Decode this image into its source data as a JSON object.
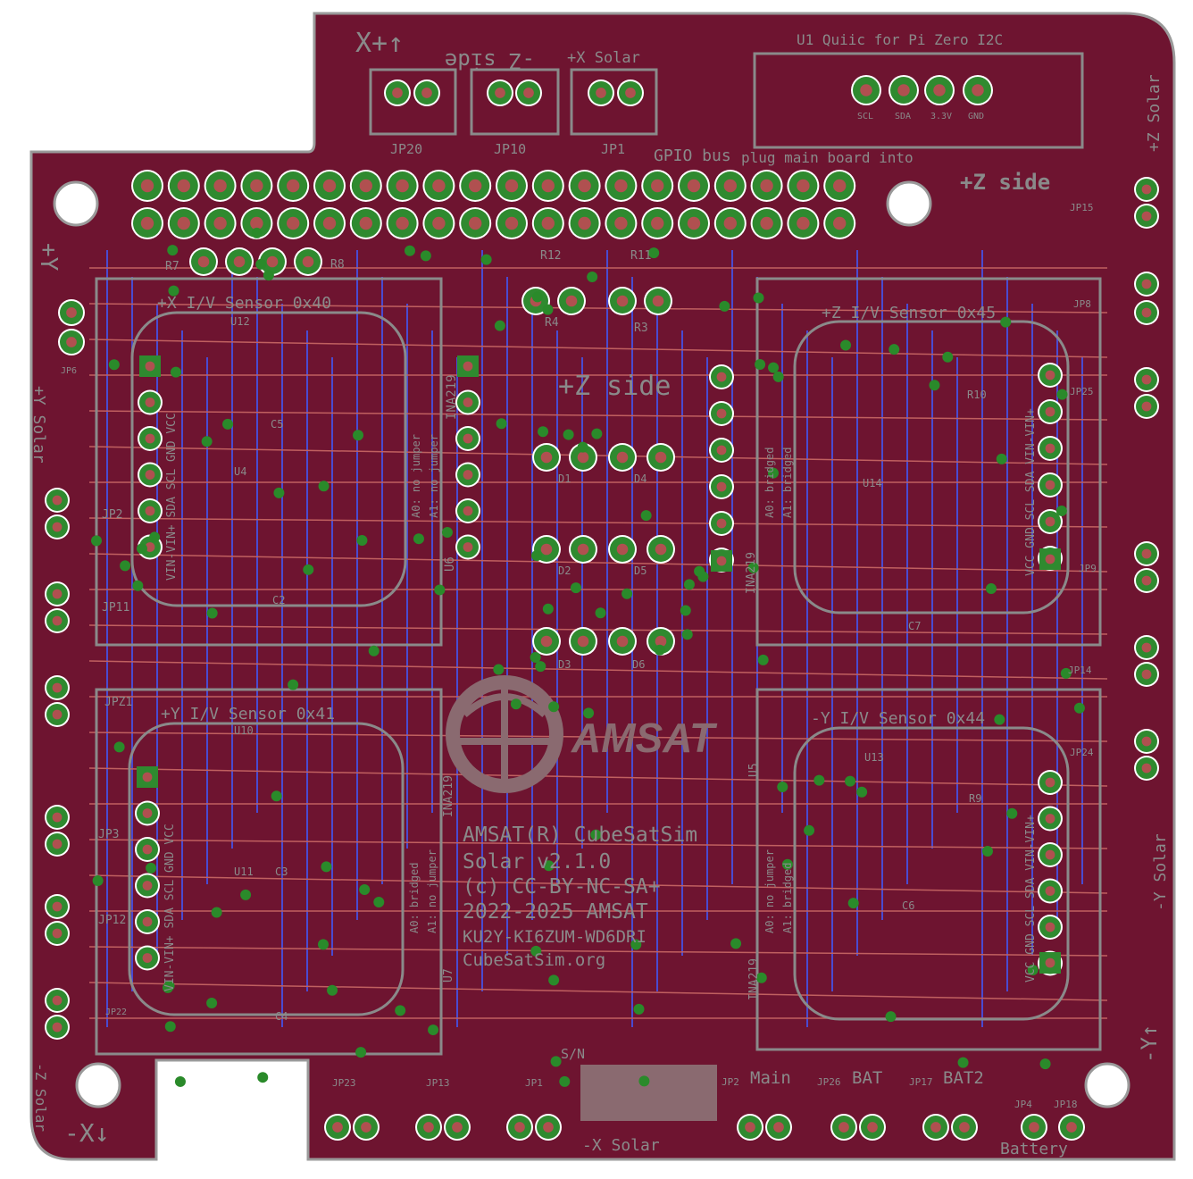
{
  "colors": {
    "board": "#6e1430",
    "outline": "#9a9a9a",
    "pad": "#2f8a2f",
    "pad_ring": "#3aa03a",
    "silk": "#8a8a8a",
    "trace_top": "#c06060",
    "trace_bottom": "#4a4ad0"
  },
  "board_text": {
    "xplus": "X+↑",
    "minus_z_side": "-Z side",
    "x_solar_top": "+X Solar",
    "jp20": "JP20",
    "jp10": "JP10",
    "jp1_top": "JP1",
    "gpio": "GPIO bus",
    "plug_main": "plug main board into",
    "quiic": "U1 Quiic for Pi Zero I2C",
    "scl": "SCL",
    "sda": "SDA",
    "v33": "3.3V",
    "gnd": "GND",
    "plus_z_side": "+Z side",
    "plus_z_solar": "+Z Solar",
    "jp15": "JP15",
    "jp8": "JP8",
    "jp25": "JP25",
    "jp9": "JP9",
    "jp14": "JP14",
    "jp24": "JP24",
    "y_left": "+Y",
    "y_solar_left": "+Y Solar",
    "jp6": "JP6",
    "jp2": "JP2",
    "jp11": "JP11",
    "jpz1": "JPZ1",
    "jp3": "JP3",
    "jp12": "JP12",
    "jp22": "JP22",
    "x_sensor": "+X I/V Sensor 0x40",
    "z_sensor": "+Z I/V Sensor 0x45",
    "ysensor": "+Y I/V Sensor 0x41",
    "yminus_sensor": "-Y I/V Sensor 0x44",
    "r7": "R7",
    "r8": "R8",
    "r12": "R12",
    "r11": "R11",
    "r4": "R4",
    "r3": "R3",
    "u12": "U12",
    "u4": "U4",
    "c5": "C5",
    "c2": "C2",
    "u6": "U6",
    "ina219": "INA219",
    "pins_left": "VIN-VIN+ SDA SCL GND VCC",
    "pins_right": "VCC GND SCL SDA VIN-VIN+",
    "a0_no_jumper": "A0: no jumper",
    "a1_no_jumper": "A1: no jumper",
    "a0_bridged": "A0: bridged",
    "a1_bridged": "A1: bridged",
    "d1": "D1",
    "d4": "D4",
    "d2": "D2",
    "d5": "D5",
    "d3": "D3",
    "d6": "D6",
    "u14": "U14",
    "r10": "R10",
    "c7": "C7",
    "u10": "U10",
    "u11": "U11",
    "c3": "C3",
    "c4": "C4",
    "u7": "U7",
    "u13": "U13",
    "r9": "R9",
    "c6": "C6",
    "u5": "U5",
    "amsat_logo": "AMSAT",
    "title1": "AMSAT(R) CubeSatSim",
    "title2": "Solar  v2.1.0",
    "title3": "(c) CC-BY-NC-SA+",
    "title4": "2022-2025 AMSAT",
    "title5": "KU2Y-KI6ZUM-WD6DRI",
    "title6": "CubeSatSim.org",
    "sn": "S/N",
    "jp23": "JP23",
    "jp13": "JP13",
    "jp1_bot": "JP1",
    "x_solar_bottom": "-X Solar",
    "jp2_bot": "JP2",
    "main": "Main",
    "jp26": "JP26",
    "bat": "BAT",
    "jp17": "JP17",
    "bat2": "BAT2",
    "jp4": "JP4",
    "jp18": "JP18",
    "battery": "Battery",
    "minus_x": "-X↓",
    "minus_z_solar": "-Z Solar",
    "minus_y": "-Y↑",
    "minus_y_solar": "-Y Solar"
  }
}
